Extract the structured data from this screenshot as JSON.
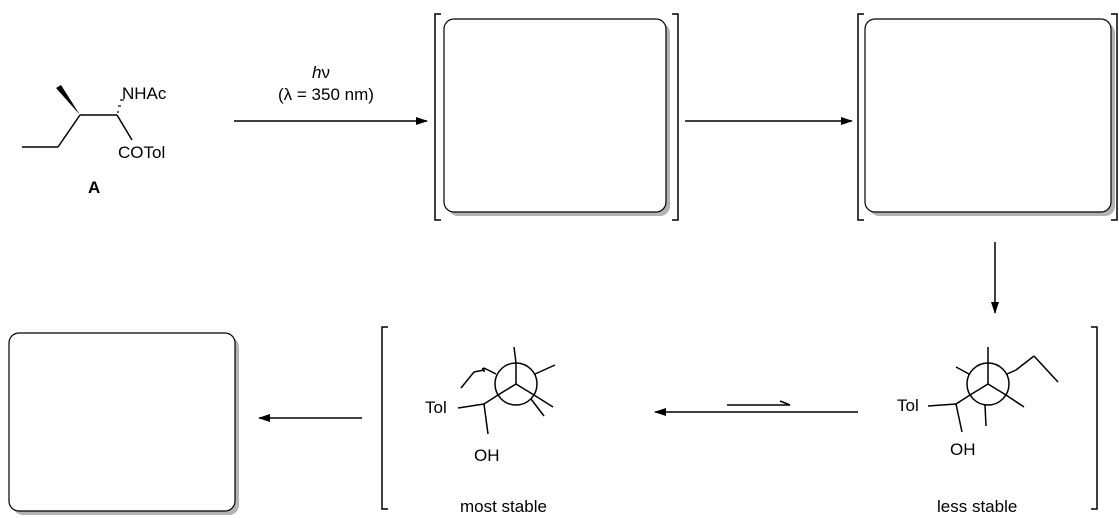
{
  "compound_a": {
    "label": "A",
    "nhac": "NHAc",
    "cotol": "COTol"
  },
  "step1": {
    "hv_h": "h",
    "hv_nu": "ν",
    "condition": "(λ = 350 nm)"
  },
  "newman_most": {
    "tol": "Tol",
    "oh": "OH",
    "caption": "most stable"
  },
  "newman_less": {
    "tol": "Tol",
    "oh": "OH",
    "caption": "less stable"
  },
  "colors": {
    "box_shadow": "#b3b3b3",
    "line": "#000000"
  }
}
